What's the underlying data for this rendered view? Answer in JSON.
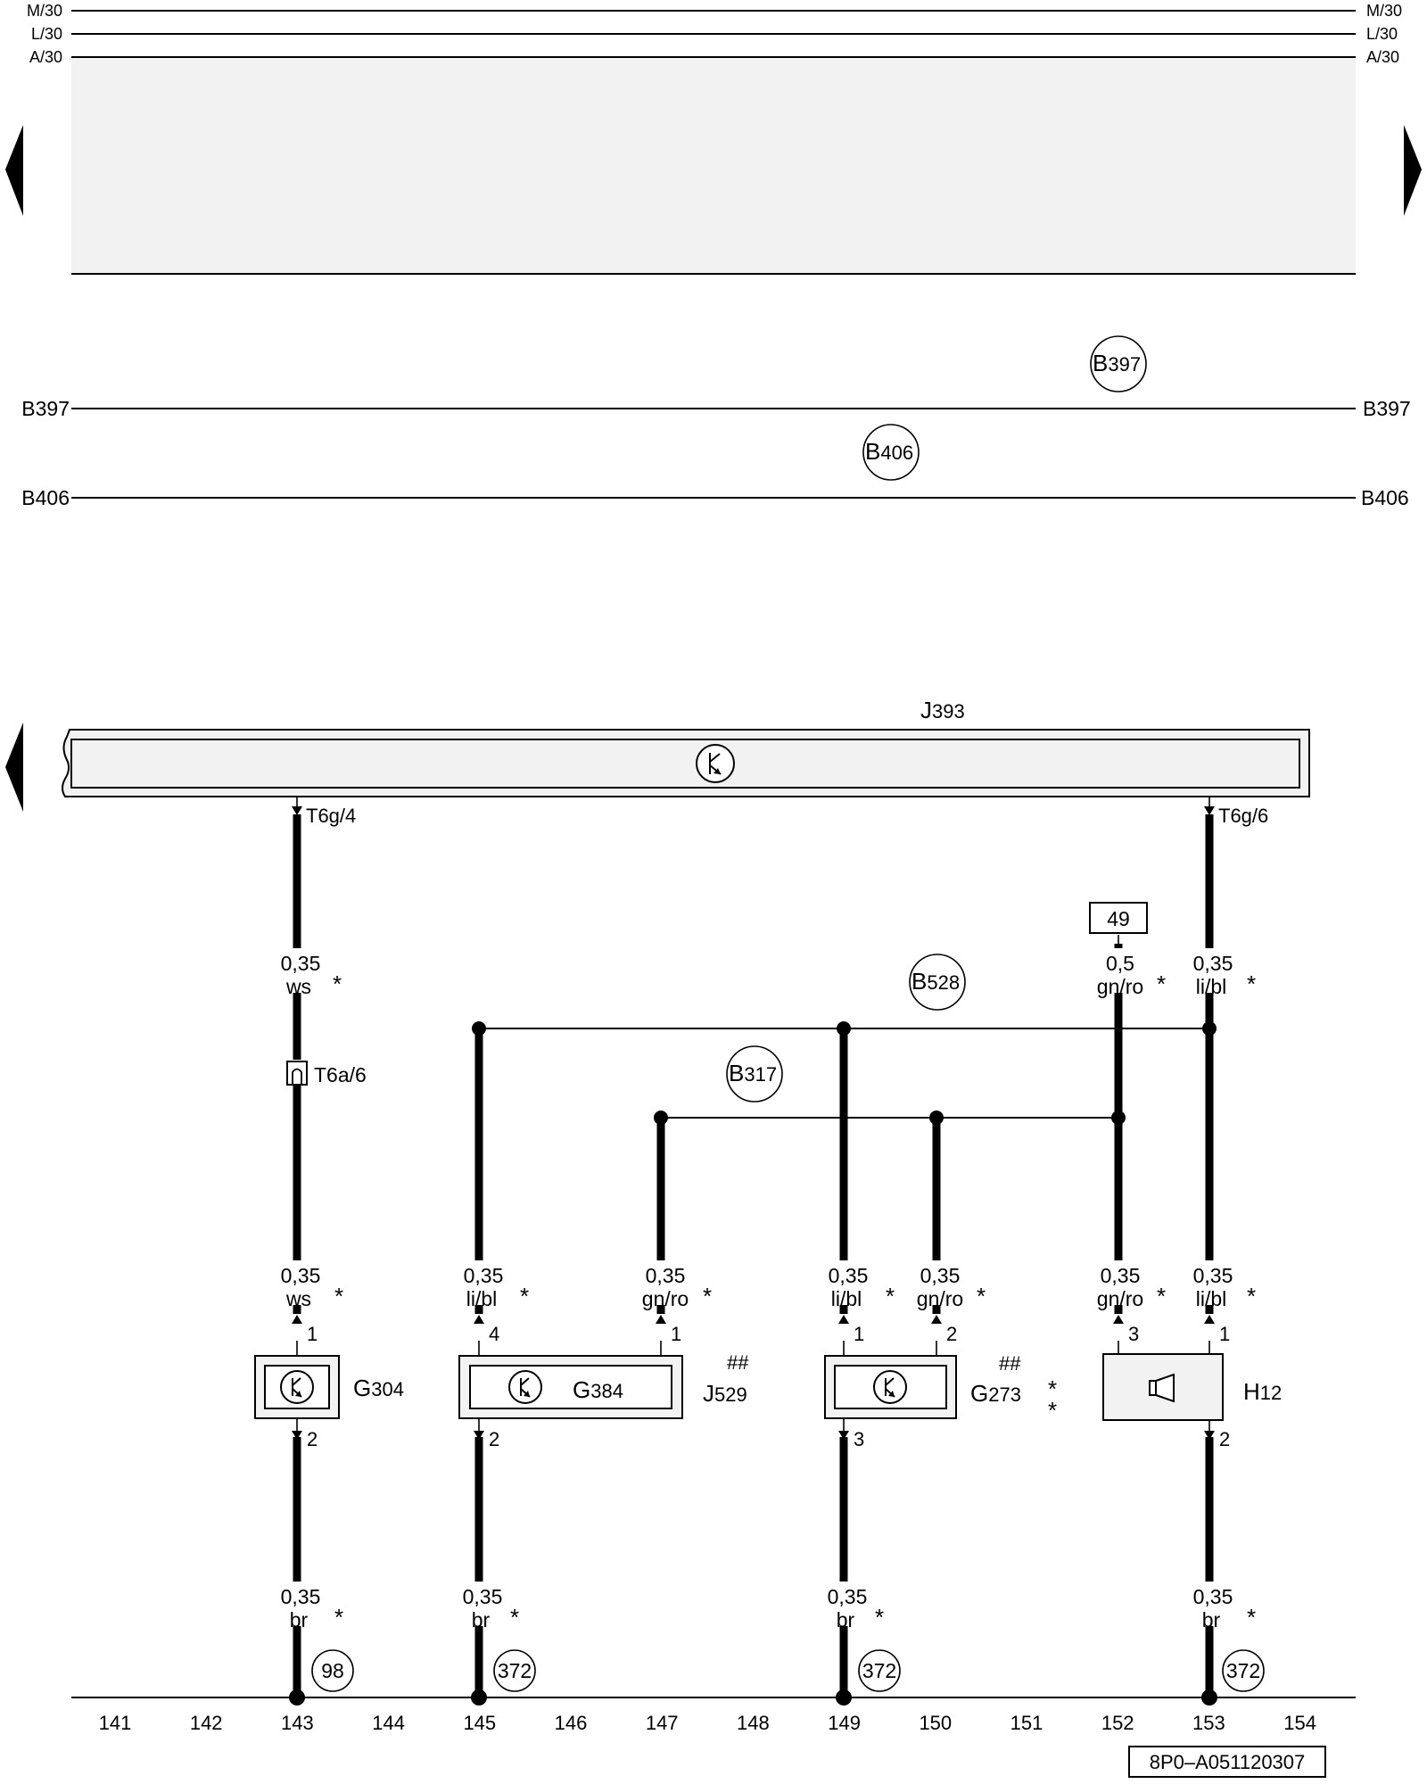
{
  "rails_top": [
    "M/30",
    "L/30",
    "A/30"
  ],
  "bus_lines": [
    "B397",
    "B406"
  ],
  "connection_bubbles": {
    "b397": {
      "letter": "B",
      "num": "397"
    },
    "b406": {
      "letter": "B",
      "num": "406"
    },
    "b528": {
      "letter": "B",
      "num": "528"
    },
    "b317": {
      "letter": "B",
      "num": "317"
    }
  },
  "controller": {
    "letter": "J",
    "num": "393"
  },
  "connectors": {
    "t6g4": "T6g/4",
    "t6g6": "T6g/6",
    "t6a6": "T6a/6"
  },
  "terminal_49": "49",
  "wires": [
    {
      "id": "w1",
      "size": "0,35",
      "color": "ws"
    },
    {
      "id": "w2",
      "size": "0,35",
      "color": "li/bl"
    },
    {
      "id": "w3",
      "size": "0,5",
      "color": "gn/ro"
    },
    {
      "id": "w4",
      "size": "0,35",
      "color": "ws"
    },
    {
      "id": "w5",
      "size": "0,35",
      "color": "li/bl"
    },
    {
      "id": "w6",
      "size": "0,35",
      "color": "gn/ro"
    },
    {
      "id": "w7",
      "size": "0,35",
      "color": "li/bl"
    },
    {
      "id": "w8",
      "size": "0,35",
      "color": "gn/ro"
    },
    {
      "id": "w9",
      "size": "0,35",
      "color": "gn/ro"
    },
    {
      "id": "w10",
      "size": "0,35",
      "color": "li/bl"
    },
    {
      "id": "w11",
      "size": "0,35",
      "color": "br"
    },
    {
      "id": "w12",
      "size": "0,35",
      "color": "br"
    },
    {
      "id": "w13",
      "size": "0,35",
      "color": "br"
    },
    {
      "id": "w14",
      "size": "0,35",
      "color": "br"
    }
  ],
  "pins": {
    "g304_top": "1",
    "g304_bot": "2",
    "g384_top_left": "4",
    "g384_top_right": "1",
    "g384_bot": "2",
    "g273_top_left": "1",
    "g273_top_right": "2",
    "g273_bot": "3",
    "h12_top_left": "3",
    "h12_top_right": "1",
    "h12_bot": "2"
  },
  "components": {
    "g304": {
      "letter": "G",
      "num": "304"
    },
    "g384": {
      "letter": "G",
      "num": "384"
    },
    "j529": {
      "letter": "J",
      "num": "529",
      "mark": "##"
    },
    "g273": {
      "letter": "G",
      "num": "273",
      "mark": "##"
    },
    "h12": {
      "letter": "H",
      "num": "12"
    }
  },
  "ground_refs": [
    "98",
    "372",
    "372",
    "372"
  ],
  "scale": [
    "141",
    "142",
    "143",
    "144",
    "145",
    "146",
    "147",
    "148",
    "149",
    "150",
    "151",
    "152",
    "153",
    "154"
  ],
  "footer_code": "8P0–A051120307",
  "asterisk": "*"
}
